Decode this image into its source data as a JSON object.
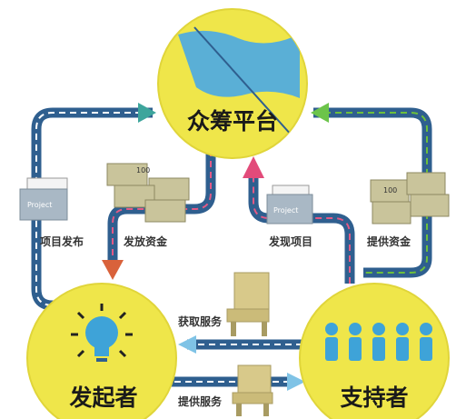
{
  "nodes": {
    "platform": "众筹平台",
    "initiator": "发起者",
    "supporter": "支持者"
  },
  "flows": {
    "publish_project": "项目发布",
    "release_funds": "发放资金",
    "discover_project": "发现项目",
    "provide_funds": "提供资金",
    "get_service": "获取服务",
    "provide_service": "提供服务"
  },
  "icons": {
    "folder_text": "Project",
    "money_text": "100"
  },
  "colors": {
    "circle": "#efe64a",
    "circle_edge": "#e0d53a",
    "track": "#2f5f8f",
    "dash_white": "#ffffff",
    "dash_pink": "#e25a86",
    "dash_green": "#6cbf3c",
    "arrow_teal": "#3da59c",
    "arrow_green": "#6cc44a",
    "arrow_pink": "#e24b7a",
    "arrow_orange": "#d9623b",
    "water": "#5aafd6",
    "bulb": "#3ea3d8",
    "person": "#3ea3d8",
    "money": "#c9c49b",
    "chair": "#d8c98a"
  }
}
